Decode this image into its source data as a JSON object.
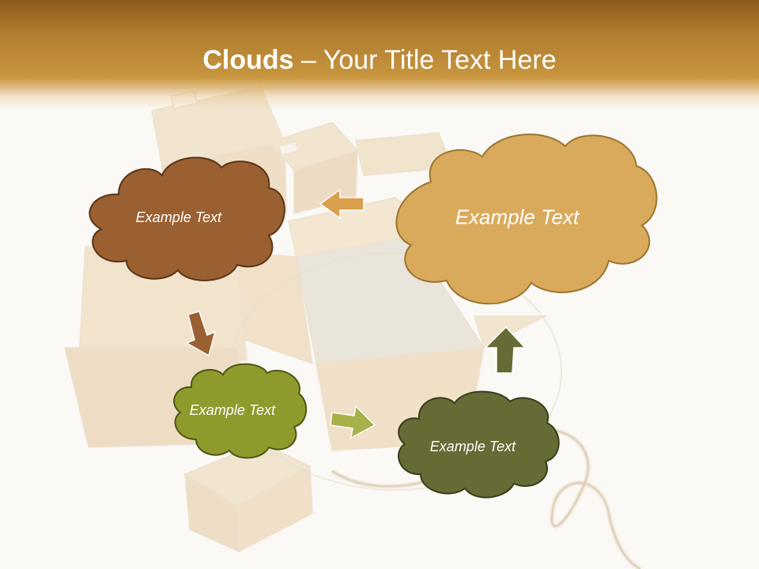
{
  "slide": {
    "title_bold": "Clouds",
    "title_sep": " – ",
    "title_rest": "Your Title Text Here"
  },
  "clouds": [
    {
      "text": "Example Text",
      "fill": "#9b6031",
      "stroke": "#5a3518"
    },
    {
      "text": "Example Text",
      "fill": "#d9aa5b",
      "stroke": "#9c7432"
    },
    {
      "text": "Example Text",
      "fill": "#8e9a2c",
      "stroke": "#4e5716"
    },
    {
      "text": "Example Text",
      "fill": "#666a35",
      "stroke": "#383c1a"
    }
  ],
  "arrows": [
    {
      "color": "#dba04d"
    },
    {
      "color": "#9b6031"
    },
    {
      "color": "#a8b04a"
    },
    {
      "color": "#666a35"
    }
  ],
  "colors": {
    "header": "#b07c30",
    "background": "#fbf9f5"
  }
}
